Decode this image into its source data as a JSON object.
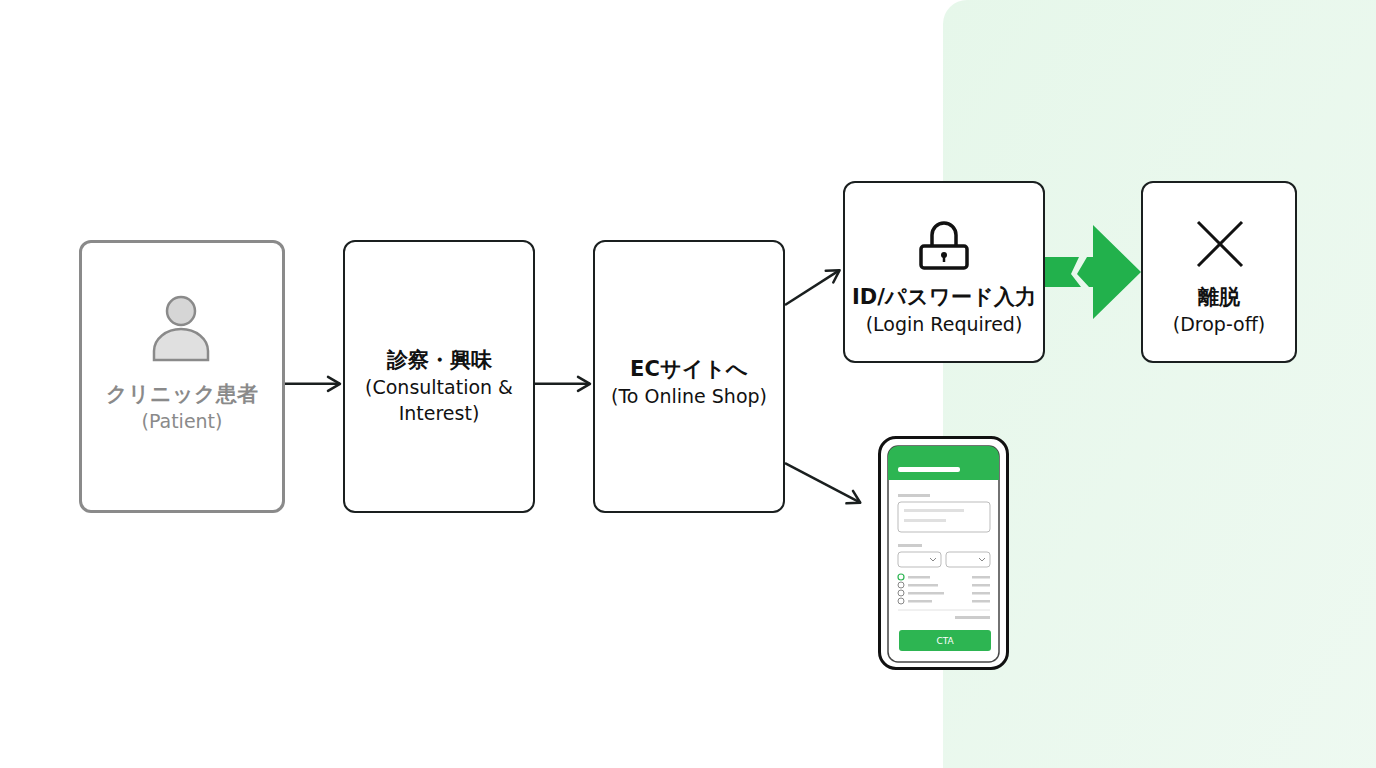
{
  "diagram": {
    "nodes": [
      {
        "text": [
          "クリニック患者",
          "(Patient)"
        ]
      },
      {
        "text": [
          "診察・興味",
          "(Consultation & Interest)"
        ]
      },
      {
        "text": [
          "ECサイトへ",
          "(To Online Shop)"
        ]
      },
      {
        "text": [
          "ID/パスワード入力",
          "(Login Required)"
        ]
      },
      {
        "text": [
          "離脱",
          "(Drop-off)"
        ]
      },
      {
        "text": [
          "CTA"
        ]
      }
    ],
    "edges": [
      {
        "from": 0,
        "to": 1,
        "arrow": "to"
      },
      {
        "from": 1,
        "to": 2,
        "arrow": "to"
      },
      {
        "from": 2,
        "to": 3,
        "arrow": "to"
      },
      {
        "from": 2,
        "to": 5,
        "arrow": "to"
      },
      {
        "from": 3,
        "to": 4,
        "arrow": "to"
      }
    ]
  }
}
